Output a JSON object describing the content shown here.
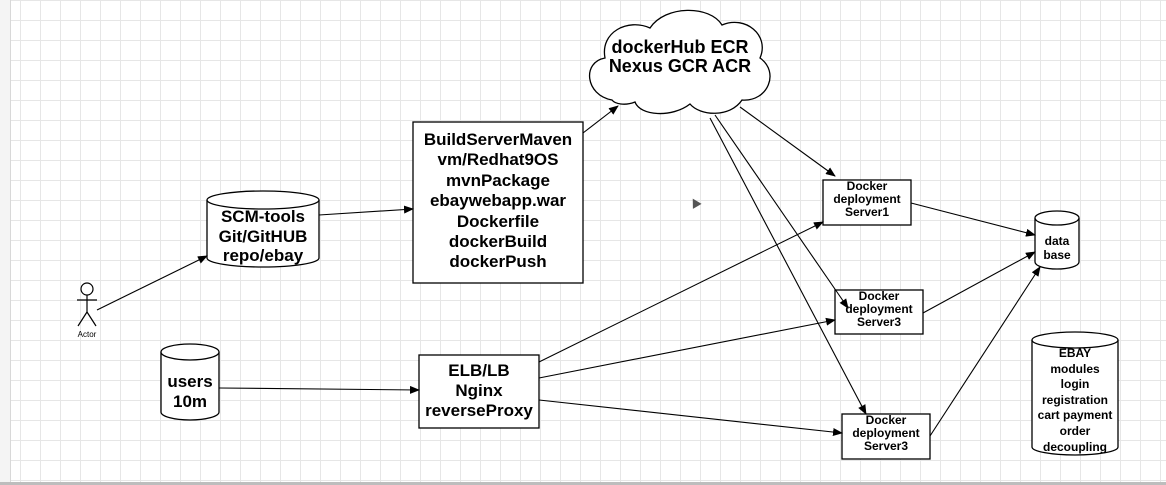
{
  "nodes": {
    "registry_cloud": "dockerHub ECR\nNexus GCR ACR",
    "build_server": "BuildServerMaven\nvm/Redhat9OS\nmvnPackage\nebaywebapp.war\nDockerfile\ndockerBuild\ndockerPush",
    "scm_tools": "SCM-tools\nGit/GitHUB\nrepo/ebay",
    "actor": "Actor",
    "users": "users\n10m",
    "load_balancer": "ELB/LB\nNginx\nreverseProxy",
    "server_1": "Docker\ndeployment\nServer1",
    "server_2": "Docker\ndeployment\nServer3",
    "server_3": "Docker\ndeployment\nServer3",
    "database": "data\nbase",
    "ebay_modules": "EBAY\nmodules\nlogin\nregistration\ncart payment\norder\ndecoupling"
  },
  "colors": {
    "stroke": "#000000",
    "fill": "#ffffff",
    "grid": "#e6e6e6"
  },
  "icons": [
    "actor-stick-figure-icon",
    "cloud-icon",
    "cylinder-icon",
    "mouse-cursor-icon"
  ]
}
